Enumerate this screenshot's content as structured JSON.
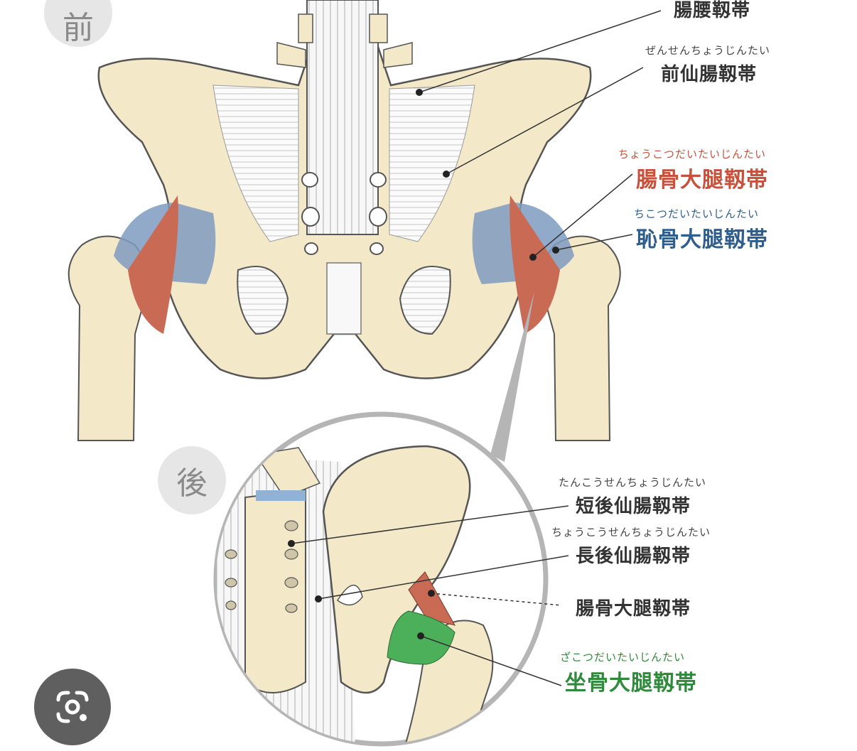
{
  "views": {
    "front": "前",
    "back": "後"
  },
  "labels": {
    "iliolumbar": {
      "text": "腸腰靱帯"
    },
    "anterior_sacroiliac": {
      "ruby": "ぜんせんちょうじんたい",
      "text": "前仙腸靱帯"
    },
    "iliofemoral_front": {
      "ruby": "ちょうこつだいたいじんたい",
      "text": "腸骨大腿靱帯",
      "color": "#c8513c"
    },
    "pubofemoral": {
      "ruby": "ちこつだいたいじんたい",
      "text": "恥骨大腿靱帯",
      "color": "#2f5e8c"
    },
    "short_posterior_sacroiliac": {
      "ruby": "たんこうせんちょうじんたい",
      "text": "短後仙腸靱帯"
    },
    "long_posterior_sacroiliac": {
      "ruby": "ちょうこうせんちょうじんたい",
      "text": "長後仙腸靱帯"
    },
    "iliofemoral_back": {
      "text": "腸骨大腿靱帯"
    },
    "ischiofemoral": {
      "ruby": "ざこつだいたいじんたい",
      "text": "坐骨大腿靱帯",
      "color": "#2f8a3c"
    }
  },
  "colors": {
    "bone": "#f3e8c8",
    "bone_outline": "#555555",
    "ligament_red": "#c96a55",
    "ligament_blue": "#7f9bc0",
    "ligament_green": "#4caf5a",
    "badge_bg": "#e6e6e6",
    "lens_button_bg": "#5f5f5f"
  },
  "icons": {
    "lens": "camera-lens-icon"
  }
}
